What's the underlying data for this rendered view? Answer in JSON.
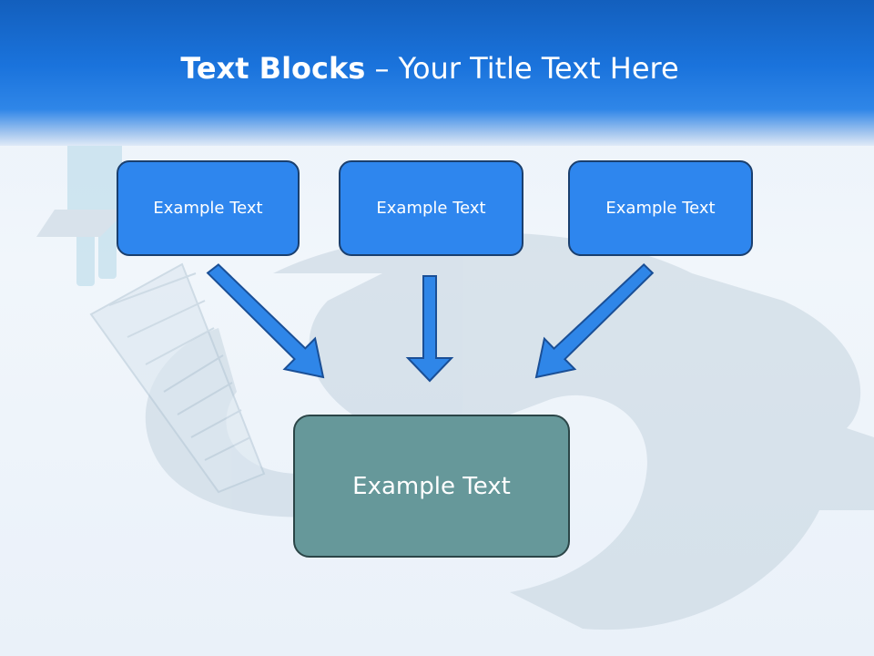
{
  "title": {
    "bold": "Text Blocks",
    "dash": " – ",
    "rest": "Your Title Text Here"
  },
  "blocks": {
    "top": [
      "Example Text",
      "Example Text",
      "Example Text"
    ],
    "bottom": "Example Text"
  },
  "colors": {
    "header": "#1a73dc",
    "top_box_fill": "#2e86ee",
    "top_box_border": "#1a3f6e",
    "bottom_box_fill": "#66989a",
    "bottom_box_border": "#2b4547",
    "arrow_fill": "#2f86e8",
    "arrow_border": "#1a4f96"
  }
}
